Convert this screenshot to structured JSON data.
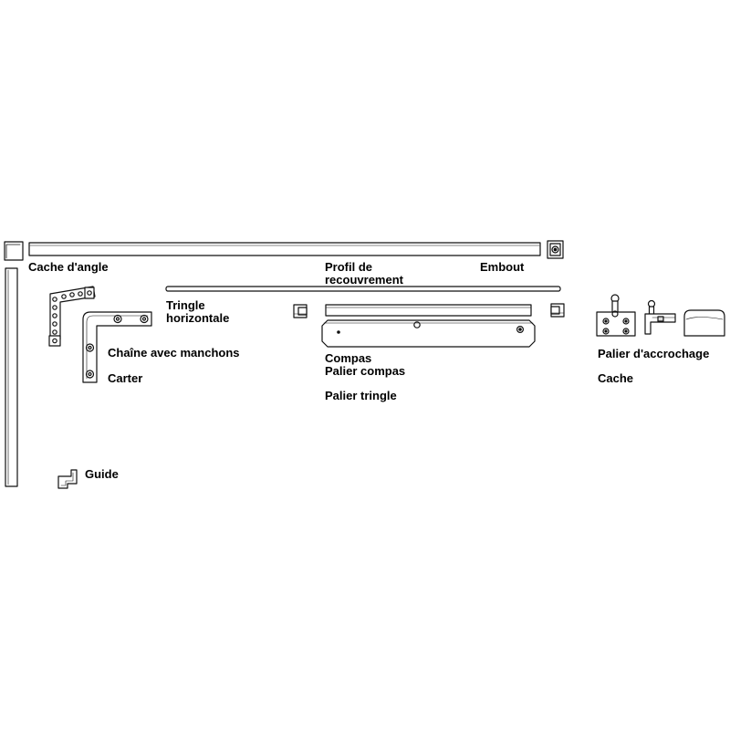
{
  "colors": {
    "stroke": "#111111",
    "part_fill": "#ffffff",
    "shade": "#d9d9d9",
    "background": "#ffffff"
  },
  "labels": {
    "cache_angle": "Cache d'angle",
    "profil_line1": "Profil de",
    "profil_line2": "recouvrement",
    "embout": "Embout",
    "tringle_line1": "Tringle",
    "tringle_line2": "horizontale",
    "chaine": "Chaîne avec manchons",
    "carter": "Carter",
    "compas": "Compas",
    "palier_compas": "Palier compas",
    "palier_tringle": "Palier tringle",
    "palier_accrochage": "Palier d'accrochage",
    "cache": "Cache",
    "guide": "Guide"
  }
}
